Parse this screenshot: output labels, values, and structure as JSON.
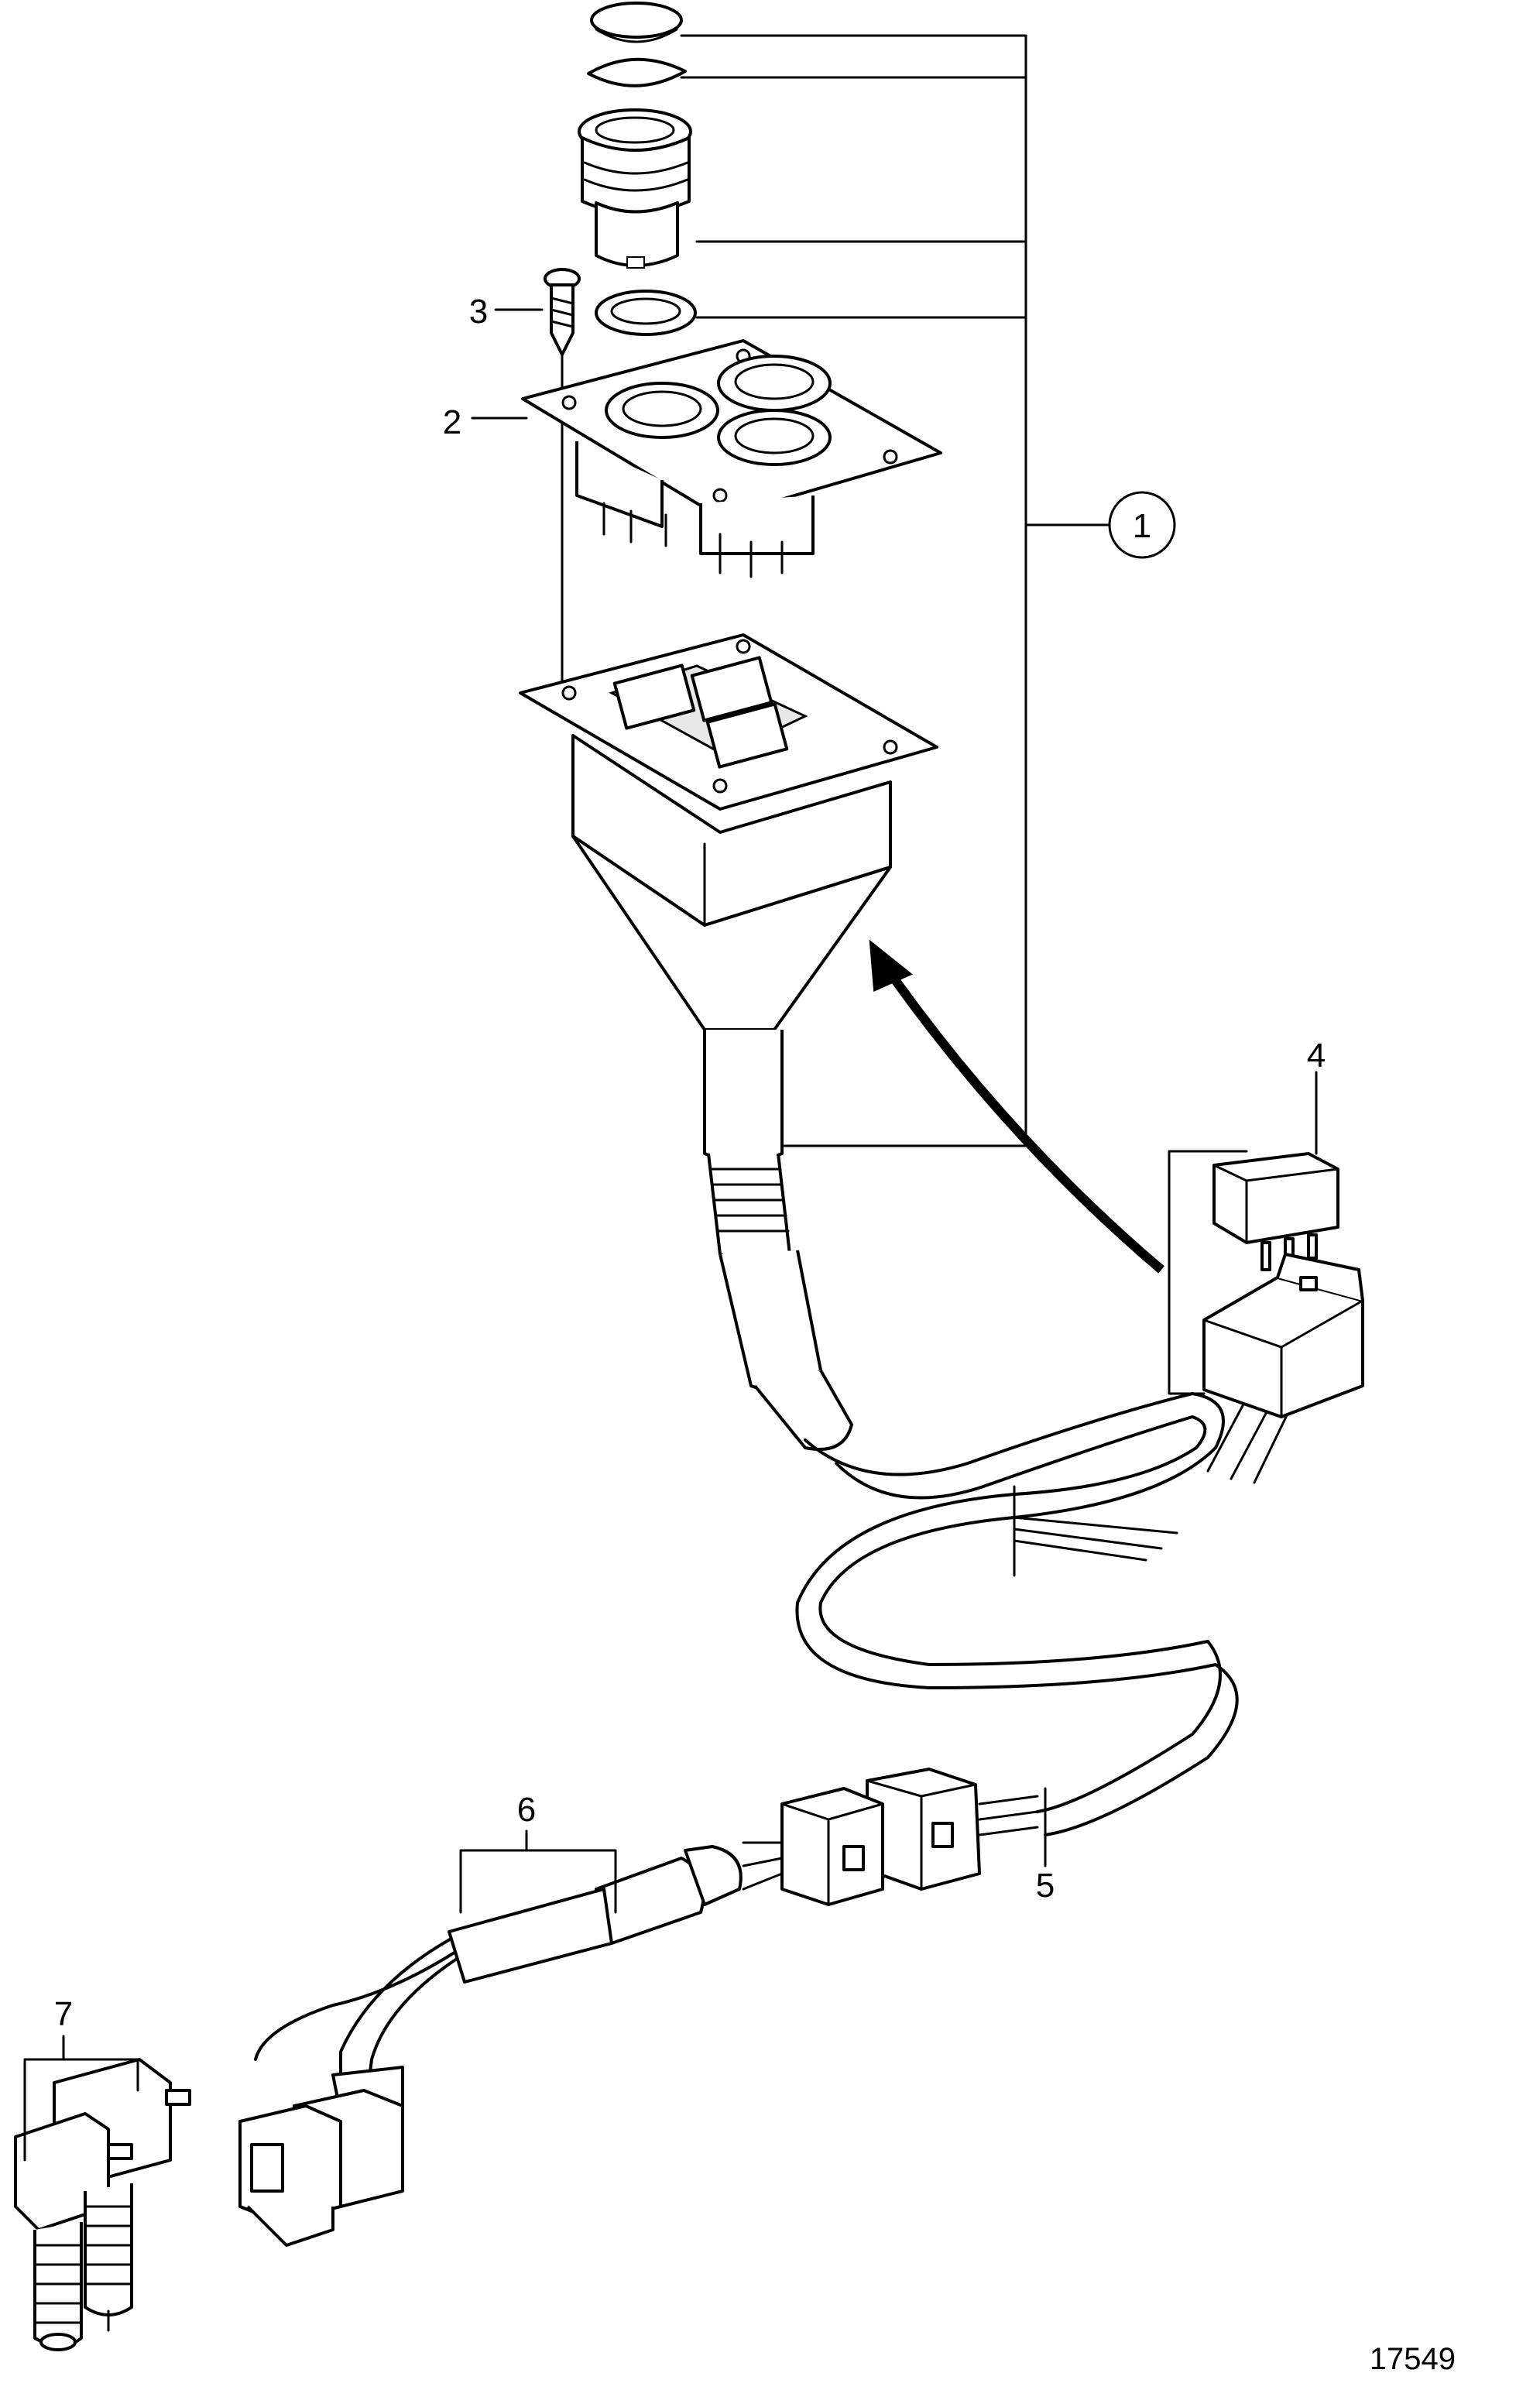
{
  "diagram": {
    "callouts": [
      {
        "id": "1",
        "label": "1",
        "circled": true
      },
      {
        "id": "2",
        "label": "2"
      },
      {
        "id": "3",
        "label": "3"
      },
      {
        "id": "4",
        "label": "4"
      },
      {
        "id": "5",
        "label": "5"
      },
      {
        "id": "6",
        "label": "6"
      },
      {
        "id": "7",
        "label": "7"
      }
    ],
    "figure_number": "17549"
  }
}
